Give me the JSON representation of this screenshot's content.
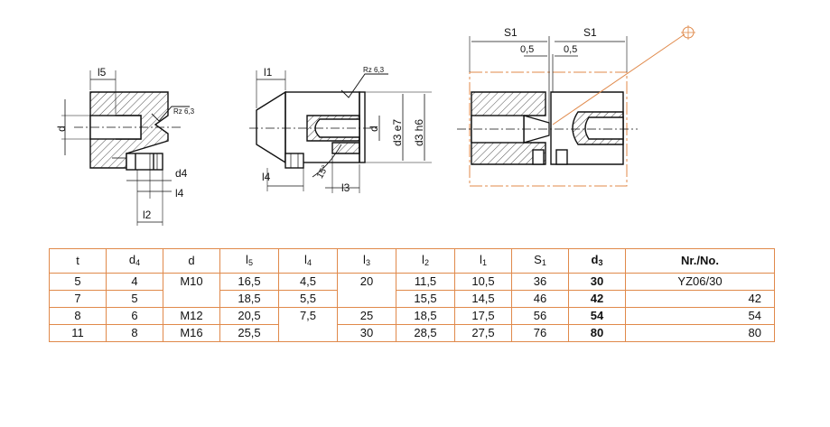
{
  "drawings": {
    "view1": {
      "dim_l5": "l5",
      "dim_d": "d",
      "dim_d4": "d4",
      "dim_l4": "l4",
      "dim_l2": "l2",
      "roughness": "Rz 6,3"
    },
    "view2": {
      "dim_l1": "l1",
      "dim_l4": "l4",
      "dim_l3": "l3",
      "dim_d": "d",
      "dim_d3e7": "d3 e7",
      "dim_d3h6": "d3 h6",
      "angle": "15°",
      "roughness": "Rz 6,3"
    },
    "view3": {
      "dim_s1_left": "S1",
      "dim_s1_right": "S1",
      "dim_05_left": "0,5",
      "dim_05_right": "0,5"
    },
    "colors": {
      "line": "#111111",
      "accent": "#e0894a",
      "hatch": "#222222"
    }
  },
  "table": {
    "headers": [
      "t",
      "d4",
      "d",
      "l5",
      "l4",
      "l3",
      "l2",
      "l1",
      "S1",
      "d3",
      "Nr./No."
    ],
    "header_subs": [
      "",
      "4",
      "",
      "5",
      "4",
      "3",
      "2",
      "1",
      "1",
      "3",
      ""
    ],
    "header_bases": [
      "t",
      "d",
      "d",
      "l",
      "l",
      "l",
      "l",
      "l",
      "S",
      "d",
      "Nr./No."
    ],
    "rows": [
      {
        "t": "5",
        "d4": "4",
        "d": "M10",
        "l5": "16,5",
        "l4": "4,5",
        "l3": "20",
        "l2": "11,5",
        "l1": "10,5",
        "s1": "36",
        "d3": "30",
        "nr": "YZ06/30"
      },
      {
        "t": "7",
        "d4": "5",
        "d": "",
        "l5": "18,5",
        "l4": "5,5",
        "l3": "",
        "l2": "15,5",
        "l1": "14,5",
        "s1": "46",
        "d3": "42",
        "nr": "42"
      },
      {
        "t": "8",
        "d4": "6",
        "d": "M12",
        "l5": "20,5",
        "l4": "7,5",
        "l3": "25",
        "l2": "18,5",
        "l1": "17,5",
        "s1": "56",
        "d3": "54",
        "nr": "54"
      },
      {
        "t": "11",
        "d4": "8",
        "d": "M16",
        "l5": "25,5",
        "l4": "",
        "l3": "30",
        "l2": "28,5",
        "l1": "27,5",
        "s1": "76",
        "d3": "80",
        "nr": "80"
      }
    ]
  }
}
